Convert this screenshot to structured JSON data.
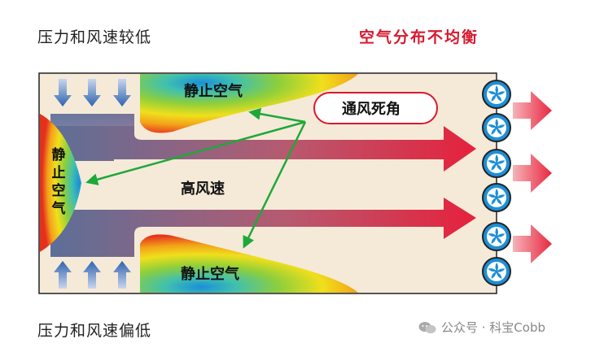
{
  "top_note": "压力和风速较低",
  "bottom_note": "压力和风速偏低",
  "headline": "空气分布不均衡",
  "labels": {
    "still_air_top": "静止空气",
    "still_air_bottom": "静止空气",
    "still_air_left": [
      "静",
      "止",
      "空",
      "气"
    ],
    "high_speed": "高风速",
    "dead_corner": "通风死角"
  },
  "watermark": "公众号 · 科宝Cobb",
  "colors": {
    "headline": "#d8192e",
    "flow_arrow": "#e8273f",
    "inlet_arrow": "#3f6fb2",
    "pointer": "#1ea83a",
    "box_fill": "#f5ead8"
  }
}
